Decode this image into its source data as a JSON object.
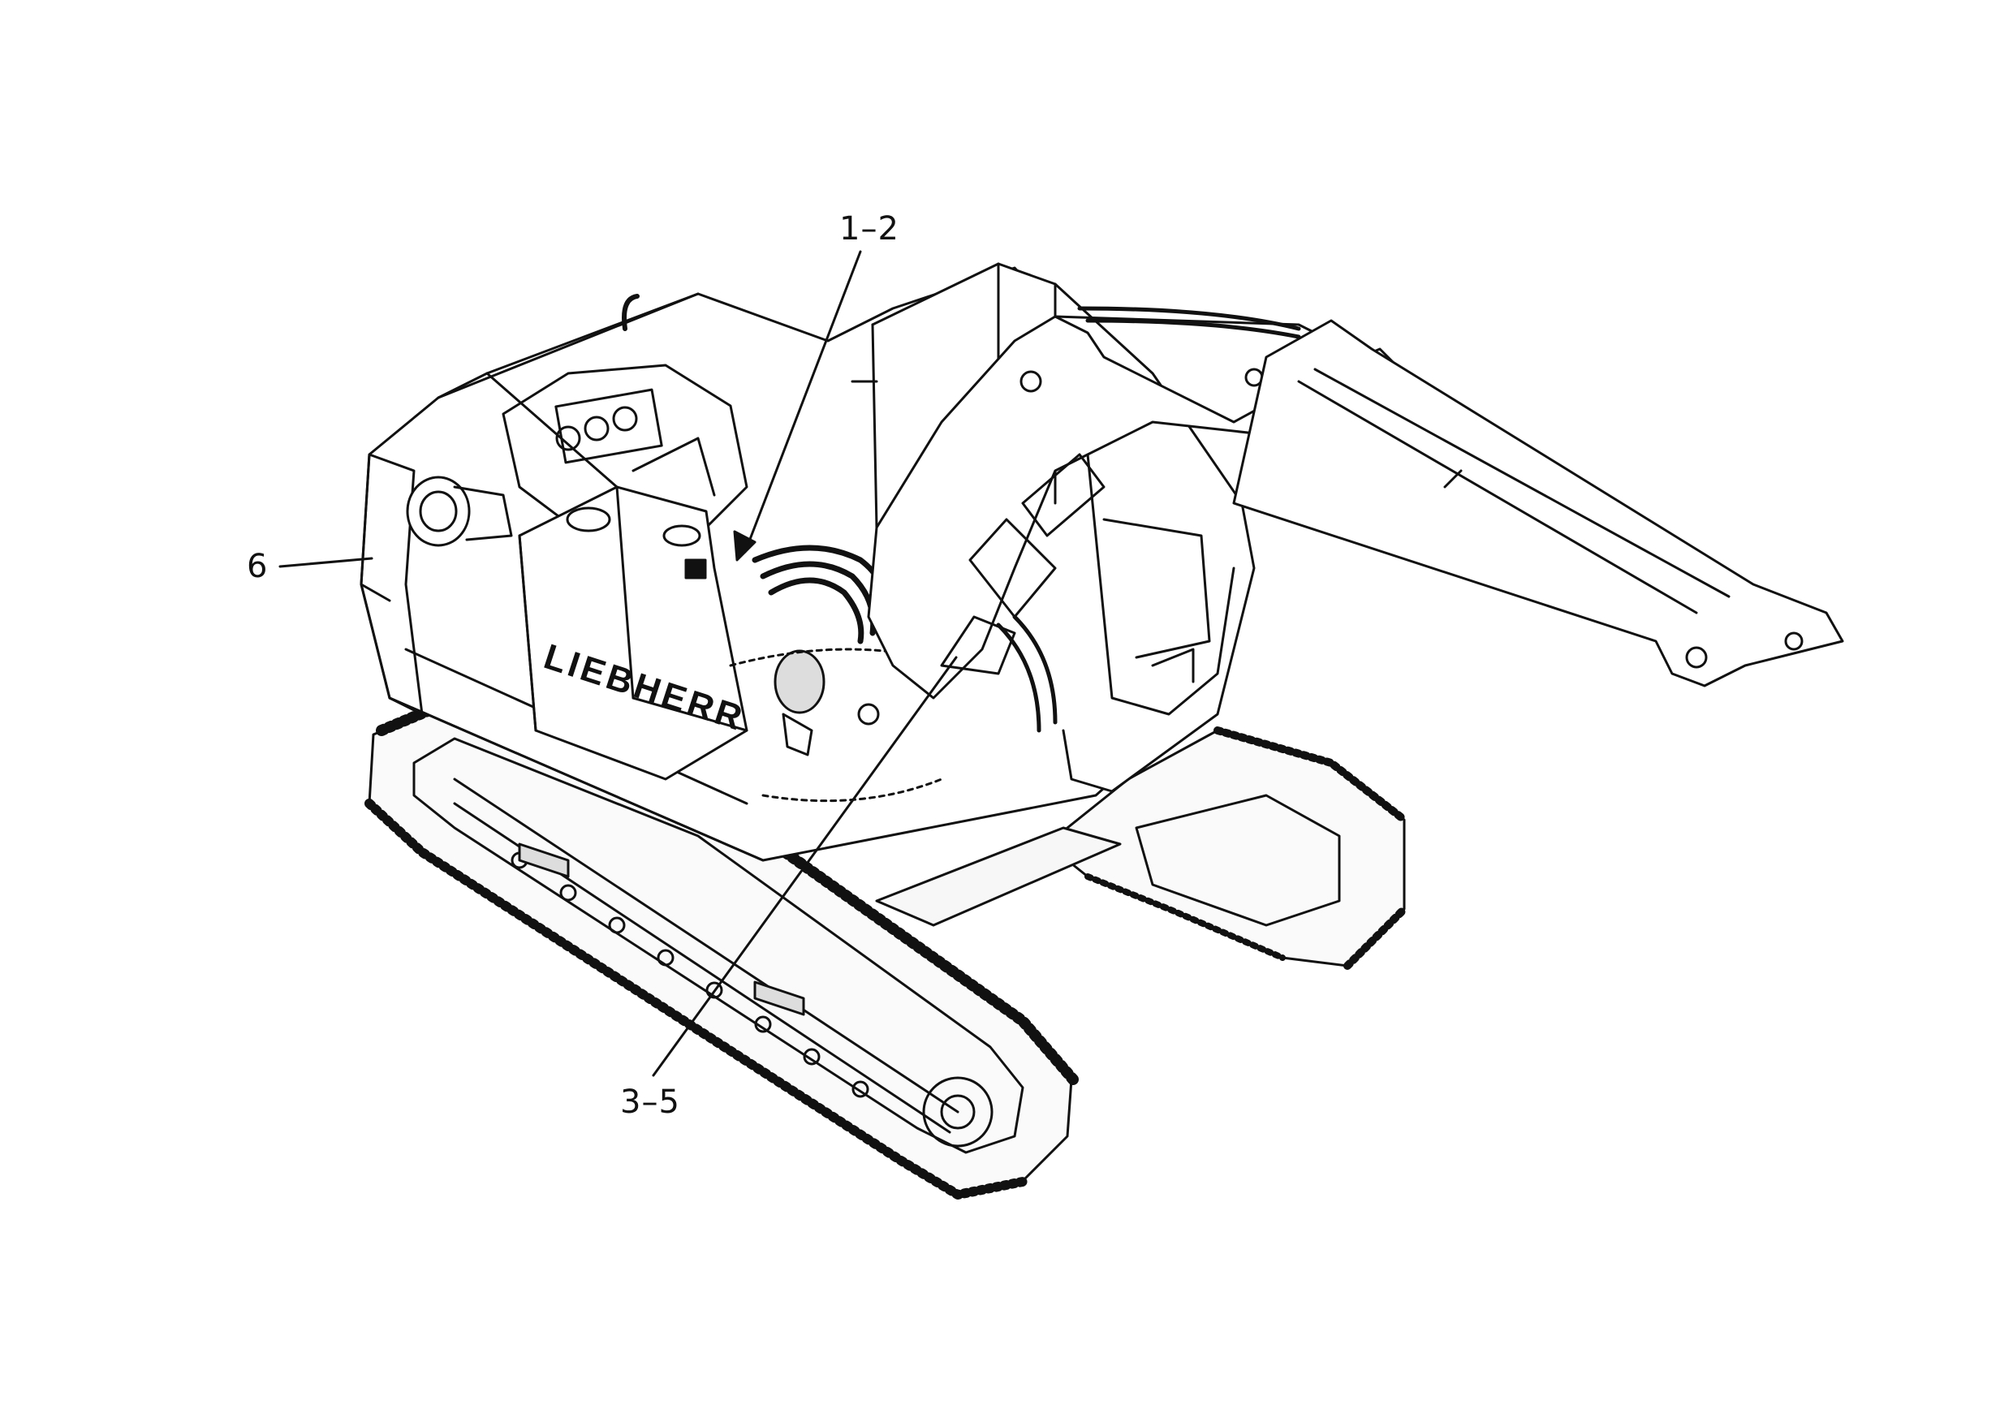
{
  "diagram": {
    "brand_lettering": "LIEBHERR",
    "callouts": [
      {
        "id": "callout-1-2",
        "label": "1–2"
      },
      {
        "id": "callout-3-5",
        "label": "3–5"
      },
      {
        "id": "callout-6",
        "label": "6"
      }
    ],
    "colors": {
      "ink": "#111111",
      "paper": "#ffffff",
      "fill": "#f4f4f4"
    }
  }
}
